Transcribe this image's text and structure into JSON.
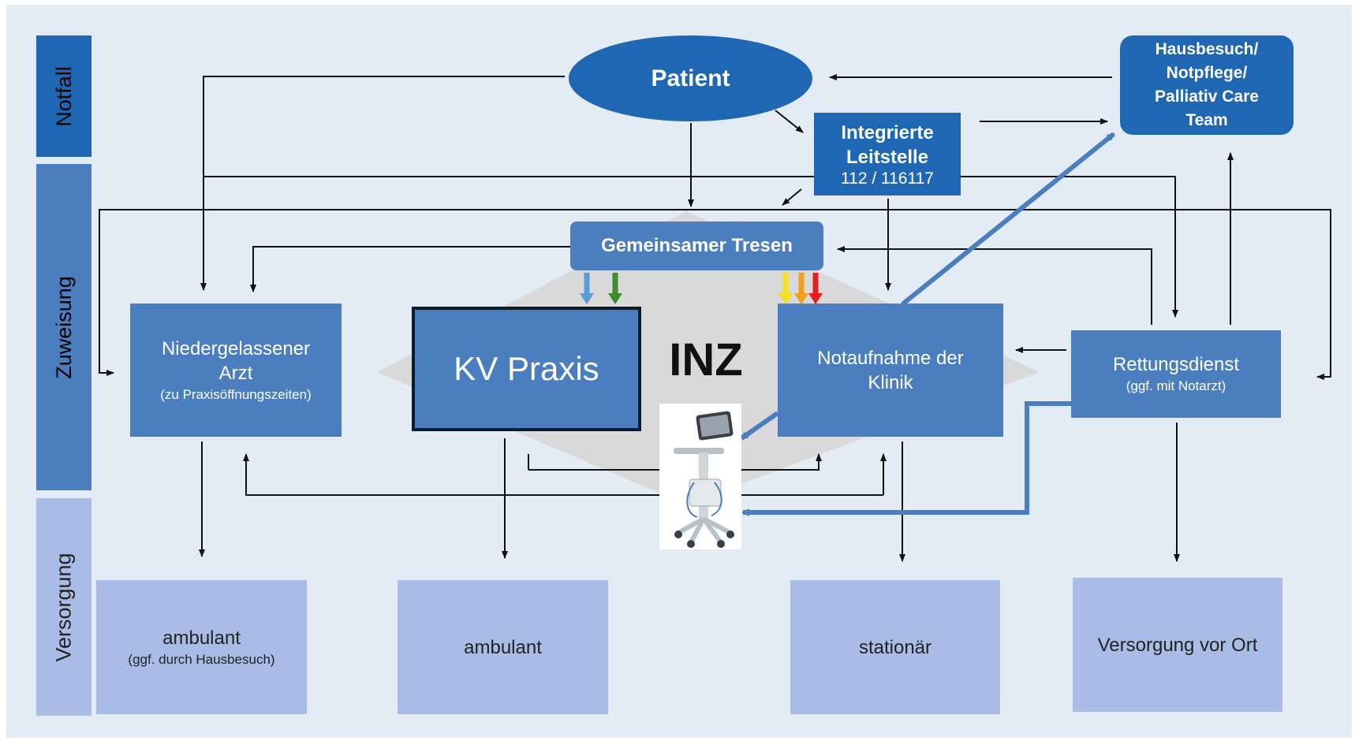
{
  "lanes": {
    "notfall": "Notfall",
    "zuweisung": "Zuweisung",
    "versorgung": "Versorgung"
  },
  "patient": "Patient",
  "leitstelle": {
    "line1": "Integrierte",
    "line2": "Leitstelle",
    "number": "112 / 116117"
  },
  "hausbesuch": {
    "line1": "Hausbesuch/",
    "line2": "Notpflege/",
    "line3": "Palliativ Care",
    "line4": "Team"
  },
  "tresen": "Gemeinsamer Tresen",
  "arzt": {
    "line1": "Niedergelassener",
    "line2": "Arzt",
    "note": "(zu Praxisöffnungszeiten)"
  },
  "kv_praxis": "KV Praxis",
  "inz": "INZ",
  "notaufnahme": {
    "line1": "Notaufnahme der",
    "line2": "Klinik"
  },
  "rettungsdienst": {
    "line1": "Rettungsdienst",
    "note": "(ggf. mit Notarzt)"
  },
  "versorgung": {
    "ambulant_1": "ambulant",
    "ambulant_1_note": "(ggf. durch Hausbesuch)",
    "ambulant_2": "ambulant",
    "stationaer": "stationär",
    "vor_ort": "Versorgung vor Ort"
  },
  "colors": {
    "background": "#e3ebf5",
    "dark_blue": "#1f67b3",
    "mid_blue": "#4a7ebf",
    "light_blue": "#a8bce5",
    "triage": [
      "#5b9bd5",
      "#3f8a2e",
      "#f2e21e",
      "#f0a020",
      "#e02020"
    ]
  },
  "icons": {
    "device": "ultrasound-cart-icon"
  }
}
